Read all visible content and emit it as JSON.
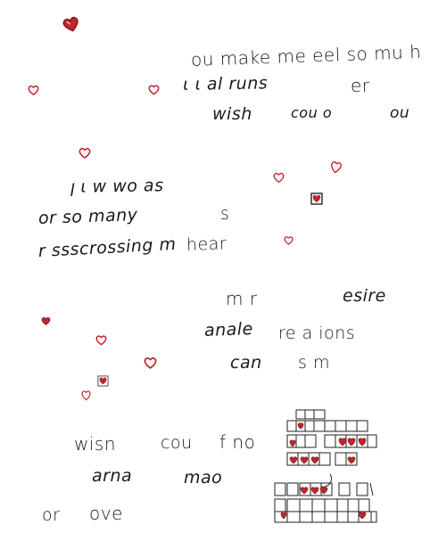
{
  "lines": [
    "ou make me eel so mu h",
    "ι ι al runs",
    "er",
    "wish",
    "cou o",
    "ou",
    "ן ι w wo as",
    "or so many",
    "s",
    "r ssscrossing m",
    "hear",
    "m r",
    "esire",
    "anale",
    "re a ions",
    "can",
    "s m",
    "wisn",
    "cou",
    "f no",
    "arna",
    "mao",
    "or",
    "ove"
  ],
  "colors": {
    "ink": "#1a1a1a",
    "heart_red": "#c0272d",
    "heart_outline": "#7a1418",
    "grid_line": "#222222"
  }
}
